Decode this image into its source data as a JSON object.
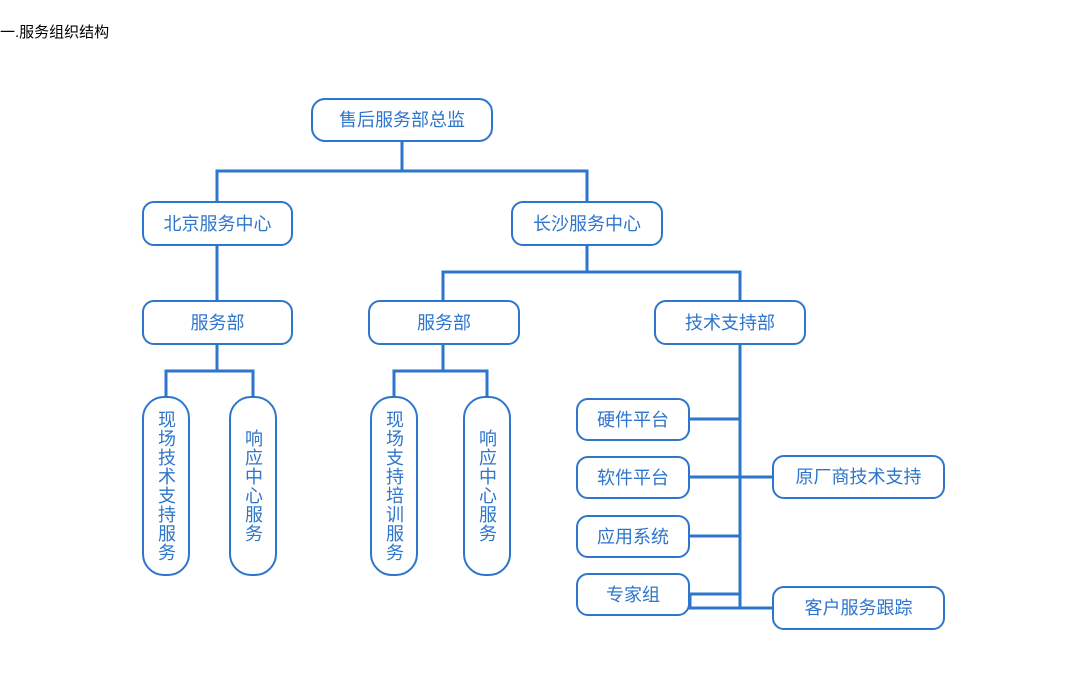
{
  "page": {
    "title": "一.服务组织结构",
    "background_color": "#ffffff",
    "accent_color": "#2e75cc",
    "title_color": "#000000"
  },
  "chart_type": "organization-tree",
  "nodes": {
    "root": {
      "label": "售后服务部总监"
    },
    "beijing_center": {
      "label": "北京服务中心"
    },
    "changsha_center": {
      "label": "长沙服务中心"
    },
    "beijing_service_dept": {
      "label": "服务部"
    },
    "changsha_service_dept": {
      "label": "服务部"
    },
    "tech_support_dept": {
      "label": "技术支持部"
    },
    "bj_onsite_tech_support": {
      "label": "现场技术支持服务"
    },
    "bj_response_center": {
      "label": "响应中心服务"
    },
    "cs_onsite_training": {
      "label": "现场支持培训服务"
    },
    "cs_response_center": {
      "label": "响应中心服务"
    },
    "hardware_platform": {
      "label": "硬件平台"
    },
    "software_platform": {
      "label": "软件平台"
    },
    "application_system": {
      "label": "应用系统"
    },
    "expert_group": {
      "label": "专家组"
    },
    "oem_tech_support": {
      "label": "原厂商技术支持"
    },
    "customer_service_tracking": {
      "label": "客户服务跟踪"
    }
  },
  "hierarchy": [
    {
      "id": "root",
      "label": "售后服务部总监",
      "children": [
        {
          "id": "beijing_center",
          "label": "北京服务中心",
          "children": [
            {
              "id": "beijing_service_dept",
              "label": "服务部",
              "children": [
                {
                  "id": "bj_onsite_tech_support",
                  "label": "现场技术支持服务"
                },
                {
                  "id": "bj_response_center",
                  "label": "响应中心服务"
                }
              ]
            }
          ]
        },
        {
          "id": "changsha_center",
          "label": "长沙服务中心",
          "children": [
            {
              "id": "changsha_service_dept",
              "label": "服务部",
              "children": [
                {
                  "id": "cs_onsite_training",
                  "label": "现场支持培训服务"
                },
                {
                  "id": "cs_response_center",
                  "label": "响应中心服务"
                }
              ]
            },
            {
              "id": "tech_support_dept",
              "label": "技术支持部",
              "children": [
                {
                  "id": "hardware_platform",
                  "label": "硬件平台"
                },
                {
                  "id": "software_platform",
                  "label": "软件平台"
                },
                {
                  "id": "application_system",
                  "label": "应用系统"
                },
                {
                  "id": "expert_group",
                  "label": "专家组"
                },
                {
                  "id": "oem_tech_support",
                  "label": "原厂商技术支持"
                },
                {
                  "id": "customer_service_tracking",
                  "label": "客户服务跟踪"
                }
              ]
            }
          ]
        }
      ]
    }
  ]
}
